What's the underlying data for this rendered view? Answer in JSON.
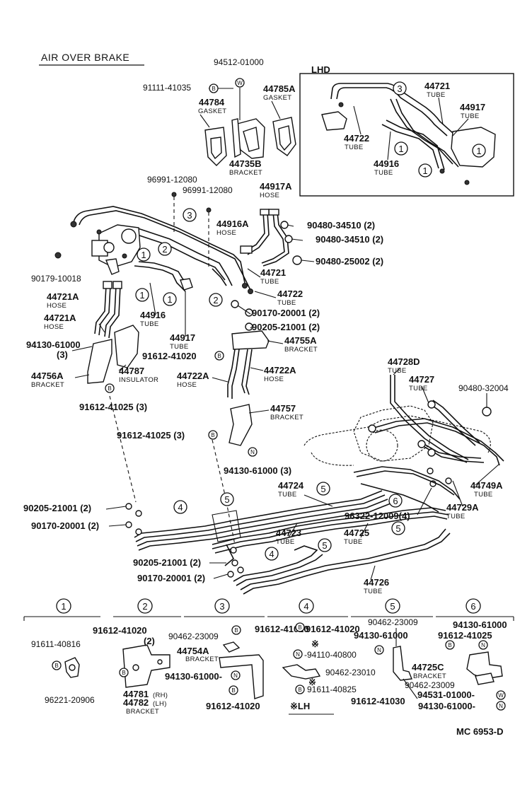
{
  "title": "AIR OVER BRAKE",
  "lhd_label": "LHD",
  "figure_code": "MC 6953-D",
  "circle_labels": [
    "1",
    "2",
    "3",
    "4",
    "5",
    "6"
  ],
  "marker_letters": {
    "b": "B",
    "n": "N",
    "w": "W"
  },
  "lh_note": "※LH",
  "asterisk": "※",
  "parts": {
    "p94512": "94512-01000",
    "p91111": "91111-41035",
    "p44784": "44784",
    "p44784_type": "GASKET",
    "p44785a": "44785A",
    "p44785a_type": "GASKET",
    "p44735b": "44735B",
    "p44735b_type": "BRACKET",
    "p96991a": "96991-12080",
    "p96991b": "96991-12080",
    "p44917a": "44917A",
    "p44917a_type": "HOSE",
    "p44916a": "44916A",
    "p44916a_type": "HOSE",
    "p90480_34510a": "90480-34510 (2)",
    "p90480_34510b": "90480-34510 (2)",
    "p90480_25002": "90480-25002 (2)",
    "p90179": "90179-10018",
    "p44721": "44721",
    "p44721_type": "TUBE",
    "p44722": "44722",
    "p44722_type": "TUBE",
    "p44721a_1": "44721A",
    "p44721a_1_type": "HOSE",
    "p44721a_2": "44721A",
    "p44721a_2_type": "HOSE",
    "p44916": "44916",
    "p44916_type": "TUBE",
    "p90170_20001_top": "90170-20001 (2)",
    "p90205_21001_top": "90205-21001 (2)",
    "p44917": "44917",
    "p44917_type": "TUBE",
    "p44755a": "44755A",
    "p44755a_type": "BRACKET",
    "p94130_61000_3": "94130-61000",
    "p94130_61000_3q": "(3)",
    "p91612_41020": "91612-41020",
    "p44787": "44787",
    "p44787_type": "INSULATOR",
    "p44756a": "44756A",
    "p44756a_type": "BRACKET",
    "p44722a_1": "44722A",
    "p44722a_1_type": "HOSE",
    "p44722a_2": "44722A",
    "p44722a_2_type": "HOSE",
    "p91612_41025_a": "91612-41025 (3)",
    "p44757": "44757",
    "p44757_type": "BRACKET",
    "p91612_41025_b": "91612-41025 (3)",
    "p94130_61000_b": "94130-61000 (3)",
    "p44728d": "44728D",
    "p44728d_type": "TUBE",
    "p44727": "44727",
    "p44727_type": "TUBE",
    "p90480_32004": "90480-32004",
    "p44724": "44724",
    "p44724_type": "TUBE",
    "p44749a": "44749A",
    "p44749a_type": "TUBE",
    "p44729a": "44729A",
    "p44729a_type": "TUBE",
    "p96322": "96322-12009(4)",
    "p90205_21001_mid": "90205-21001 (2)",
    "p90170_20001_mid": "90170-20001 (2)",
    "p44723": "44723",
    "p44723_type": "TUBE",
    "p44725": "44725",
    "p44725_type": "TUBE",
    "p90205_21001_low": "90205-21001 (2)",
    "p90170_20001_low": "90170-20001 (2)",
    "p44726": "44726",
    "p44726_type": "TUBE",
    "lhd_44721": "44721",
    "lhd_44721_type": "TUBE",
    "lhd_44917": "44917",
    "lhd_44917_type": "TUBE",
    "lhd_44722": "44722",
    "lhd_44722_type": "TUBE",
    "lhd_44916": "44916",
    "lhd_44916_type": "TUBE"
  },
  "details": {
    "d1_a": "91611-40816",
    "d1_b": "96221-20906",
    "d2_a": "91612-41020",
    "d2_q": "(2)",
    "d2_b": "44781",
    "d2_b_note": "(RH)",
    "d2_c": "44782",
    "d2_c_note": "(LH)",
    "d2_type": "BRACKET",
    "d3_a": "90462-23009",
    "d3_b": "91612-41020",
    "d3_c": "44754A",
    "d3_c_type": "BRACKET",
    "d3_d": "94130-61000-",
    "d3_e": "91612-41020",
    "d4_a": "91612-41020",
    "d4_b": "※",
    "d4_c": "-94110-40800",
    "d4_d": "90462-23010",
    "d4_e": "91611-40825",
    "d5_a": "90462-23009",
    "d5_b": "94130-61000",
    "d5_c": "44725C",
    "d5_c_type": "BRACKET",
    "d5_d": "91612-41030",
    "d6_a": "94130-61000",
    "d6_b": "91612-41025",
    "d6_c": "90462-23009",
    "d6_d": "94531-01000-",
    "d6_e": "94130-61000-"
  }
}
